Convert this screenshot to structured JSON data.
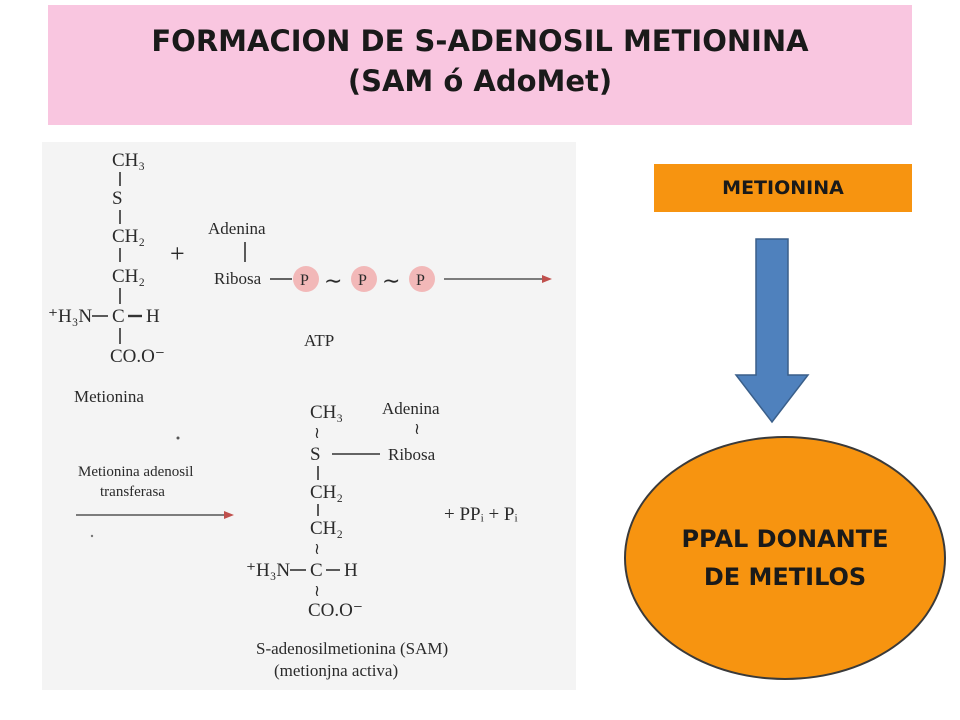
{
  "header": {
    "title_line1": "FORMACION DE S-ADENOSIL METIONINA",
    "title_line2": "(SAM ó AdoMet)"
  },
  "scheme": {
    "met": {
      "ch3": "CH₃",
      "s": "S",
      "ch2a": "CH₂",
      "ch2b": "CH₂",
      "amine": "⁺H₃N",
      "c": "C",
      "h": "H",
      "coo": "CO.O⁻",
      "name": "Metionina"
    },
    "plus1": "+",
    "atp": {
      "adenina": "Adenina",
      "ribosa": "Ribosa",
      "p": "P",
      "tilde": "∼",
      "name": "ATP"
    },
    "enzyme": {
      "line1": "Metionina adenosil",
      "line2": "transferasa"
    },
    "sam": {
      "ch3": "CH₃",
      "s": "S",
      "adenina": "Adenina",
      "ribosa": "Ribosa",
      "ch2a": "CH₂",
      "ch2b": "CH₂",
      "amine": "⁺H₃N",
      "c": "C",
      "h": "H",
      "coo": "CO.O⁻",
      "name1": "S-adenosilmetionina (SAM)",
      "name2": "(metionjna activa)"
    },
    "byproducts": "+ PPᵢ + Pᵢ"
  },
  "metionina_label": "METIONINA",
  "donor": {
    "line1": "PPAL DONANTE",
    "line2": "DE METILOS"
  },
  "colors": {
    "title_bg": "#f9c6e0",
    "orange": "#f79410",
    "arrow_blue": "#4f81bd",
    "phosphate": "#f2b8b8"
  }
}
